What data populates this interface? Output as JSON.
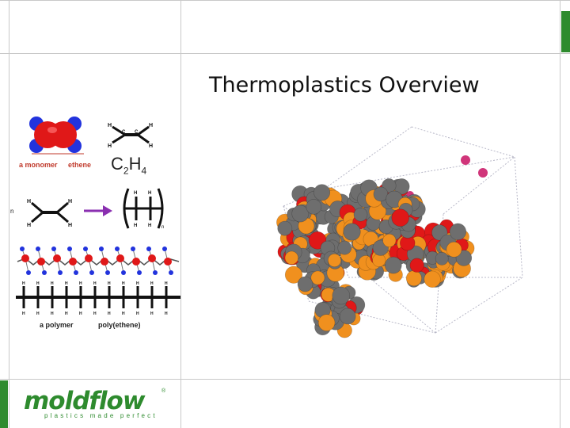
{
  "slide": {
    "title": "Thermoplastics Overview"
  },
  "diagram": {
    "monomer_label": "a monomer",
    "monomer_name": "ethene",
    "formula_c": "C",
    "formula_c_sub": "2",
    "formula_h": "H",
    "formula_h_sub": "4",
    "n_label": "n",
    "polymer_label": "a polymer",
    "polymer_name": "poly(ethene)",
    "atom_c": "C",
    "atom_h": "H",
    "repeat_n": "n"
  },
  "logo": {
    "word": "moldflow",
    "registered": "®",
    "tagline": "plastics made perfect"
  },
  "colors": {
    "brand_green": "#2e8b2e",
    "carbon_gray": "#6e6e6e",
    "oxygen_red": "#e01818",
    "orange": "#f0901e",
    "magenta": "#d0357a",
    "hydrogen_blue": "#2233dd"
  }
}
